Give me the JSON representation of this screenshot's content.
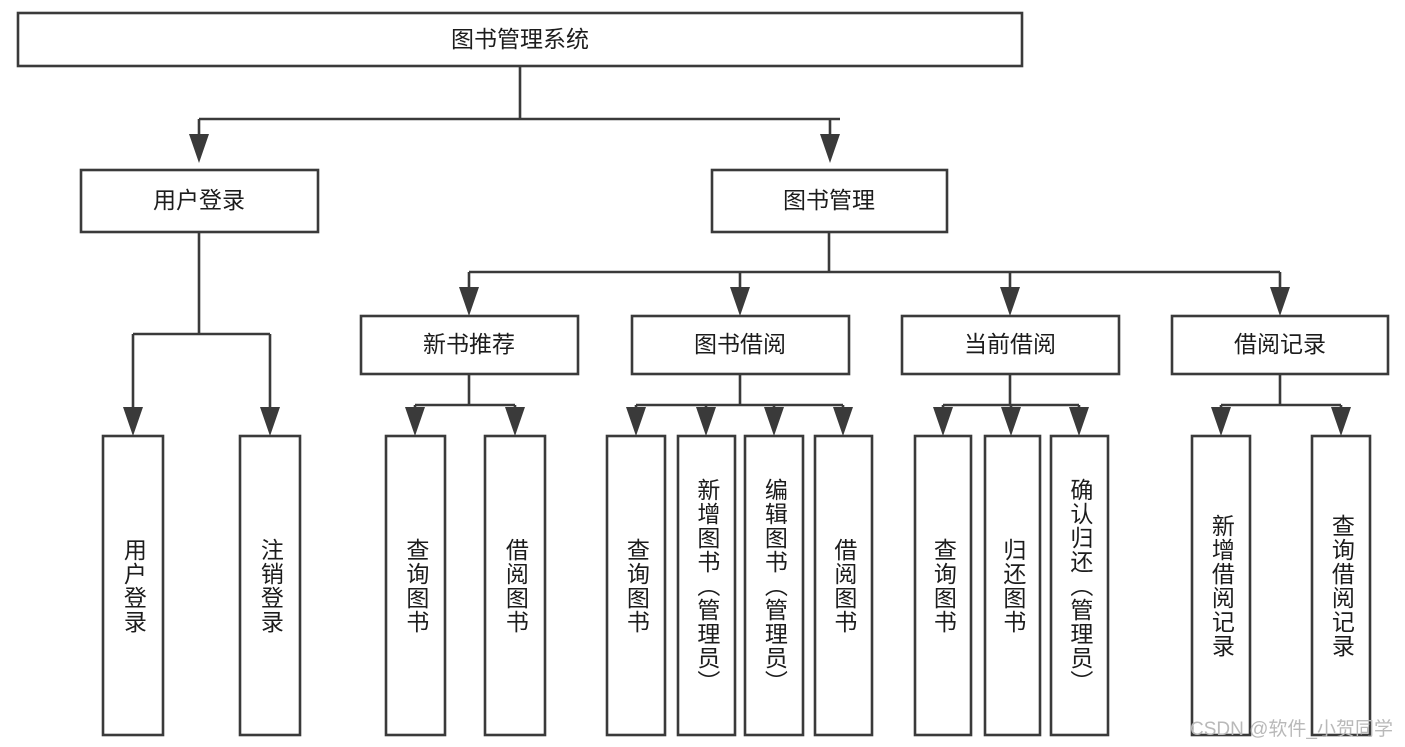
{
  "diagram": {
    "type": "tree-hierarchy",
    "title": "图书管理系统",
    "root": {
      "id": "root",
      "label": "图书管理系统",
      "orientation": "horizontal"
    },
    "level2": [
      {
        "id": "user-login",
        "label": "用户登录",
        "orientation": "horizontal"
      },
      {
        "id": "book-management",
        "label": "图书管理",
        "orientation": "horizontal"
      }
    ],
    "level3": [
      {
        "id": "new-book-recommend",
        "label": "新书推荐",
        "orientation": "horizontal",
        "parent": "book-management"
      },
      {
        "id": "book-borrow",
        "label": "图书借阅",
        "orientation": "horizontal",
        "parent": "book-management"
      },
      {
        "id": "current-borrow",
        "label": "当前借阅",
        "orientation": "horizontal",
        "parent": "book-management"
      },
      {
        "id": "borrow-record",
        "label": "借阅记录",
        "orientation": "horizontal",
        "parent": "book-management"
      }
    ],
    "leaves": [
      {
        "id": "leaf-user-login",
        "label": "用户登录",
        "orientation": "vertical",
        "parent": "user-login"
      },
      {
        "id": "leaf-logout-login",
        "label": "注销登录",
        "orientation": "vertical",
        "parent": "user-login"
      },
      {
        "id": "leaf-query-book-1",
        "label": "查询图书",
        "orientation": "vertical",
        "parent": "new-book-recommend"
      },
      {
        "id": "leaf-borrow-book-1",
        "label": "借阅图书",
        "orientation": "vertical",
        "parent": "new-book-recommend"
      },
      {
        "id": "leaf-query-book-2",
        "label": "查询图书",
        "orientation": "vertical",
        "parent": "book-borrow"
      },
      {
        "id": "leaf-add-book",
        "label": "新增图书（管理员）",
        "orientation": "vertical",
        "parent": "book-borrow"
      },
      {
        "id": "leaf-edit-book",
        "label": "编辑图书（管理员）",
        "orientation": "vertical",
        "parent": "book-borrow"
      },
      {
        "id": "leaf-borrow-book-2",
        "label": "借阅图书",
        "orientation": "vertical",
        "parent": "book-borrow"
      },
      {
        "id": "leaf-query-book-3",
        "label": "查询图书",
        "orientation": "vertical",
        "parent": "current-borrow"
      },
      {
        "id": "leaf-return-book",
        "label": "归还图书",
        "orientation": "vertical",
        "parent": "current-borrow"
      },
      {
        "id": "leaf-confirm-return",
        "label": "确认归还（管理员）",
        "orientation": "vertical",
        "parent": "current-borrow"
      },
      {
        "id": "leaf-add-record",
        "label": "新增借阅记录",
        "orientation": "vertical",
        "parent": "borrow-record"
      },
      {
        "id": "leaf-query-record",
        "label": "查询借阅记录",
        "orientation": "vertical",
        "parent": "borrow-record"
      }
    ],
    "colors": {
      "stroke": "#3a3a3a",
      "box_fill": "#ffffff",
      "text": "#1c1c1c",
      "background": "#ffffff",
      "watermark": "#b9b9b9"
    }
  },
  "watermark": {
    "text": "CSDN @软件_小贺同学"
  }
}
